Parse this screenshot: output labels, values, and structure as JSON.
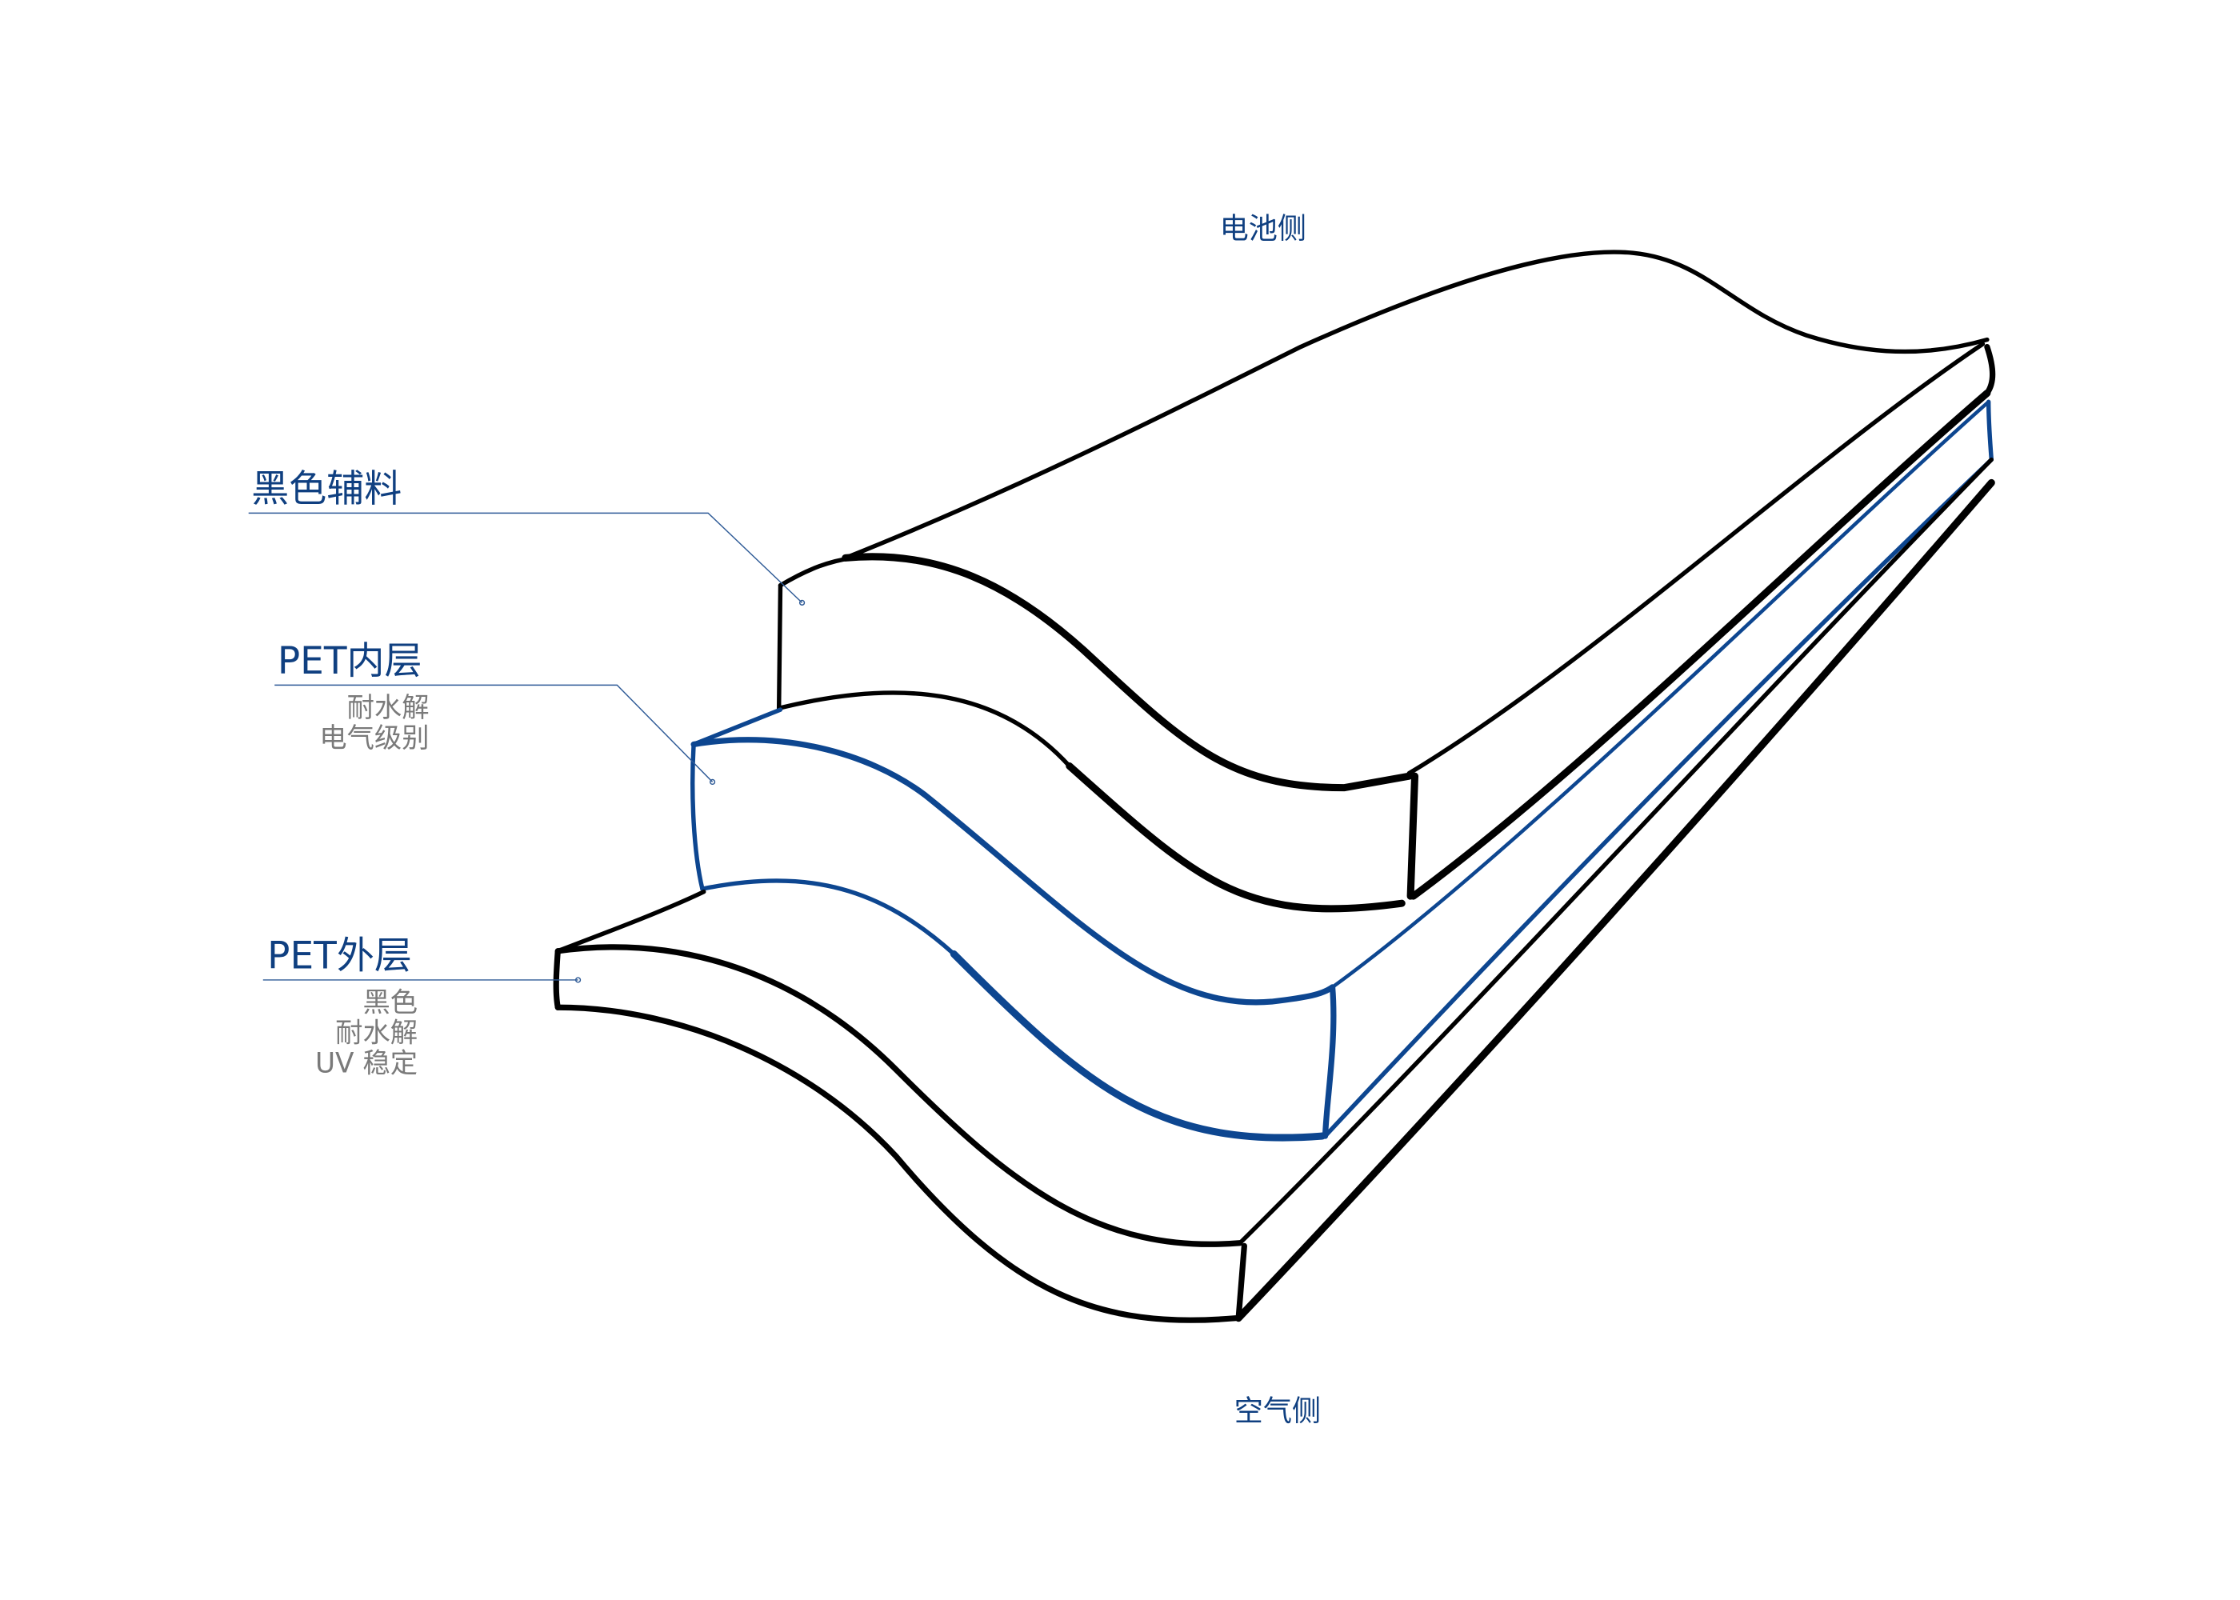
{
  "colors": {
    "label_blue": "#0f3f80",
    "layer_blue": "#0d4690",
    "sub_gray": "#7a7a7a"
  },
  "sides": {
    "top": "电池侧",
    "bottom": "空气侧"
  },
  "layers": [
    {
      "title": "黑色辅料",
      "features": []
    },
    {
      "title": "PET内层",
      "features": [
        "耐水解",
        "电气级别"
      ]
    },
    {
      "title": "PET外层",
      "features": [
        "黑色",
        "耐水解",
        "UV 稳定"
      ]
    }
  ]
}
